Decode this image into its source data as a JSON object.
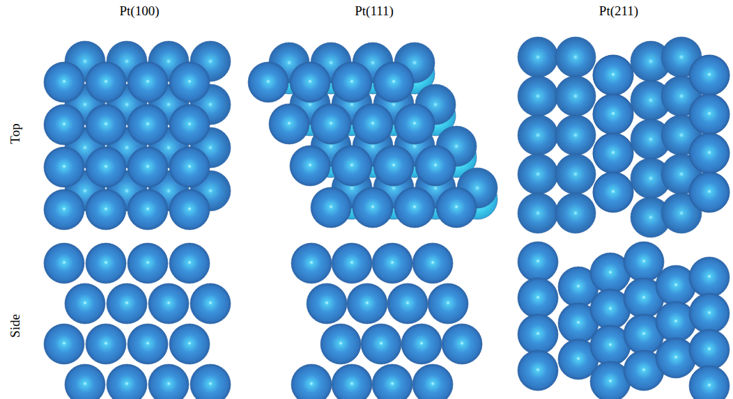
{
  "diagram": {
    "labels": [
      "Pt(100)",
      "Pt(111)",
      "Pt(211)",
      "Top",
      "Side"
    ]
  }
}
